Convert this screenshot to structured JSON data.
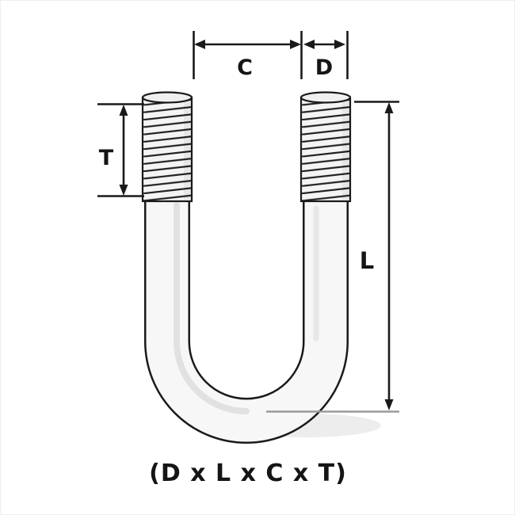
{
  "labels": {
    "center_width": "C",
    "diameter": "D",
    "thread_length": "T",
    "length": "L"
  },
  "caption": "(D x L x C x T)",
  "colors": {
    "outline": "#1a1a1a",
    "body_fill": "#f7f7f7",
    "thread_fill": "#f4f4f4",
    "shading": "#dedede",
    "shadow": "#dcdcdc",
    "dimension": "#1a1a1a",
    "witness_overlay": "#9a9a9a",
    "background": "#ffffff"
  }
}
